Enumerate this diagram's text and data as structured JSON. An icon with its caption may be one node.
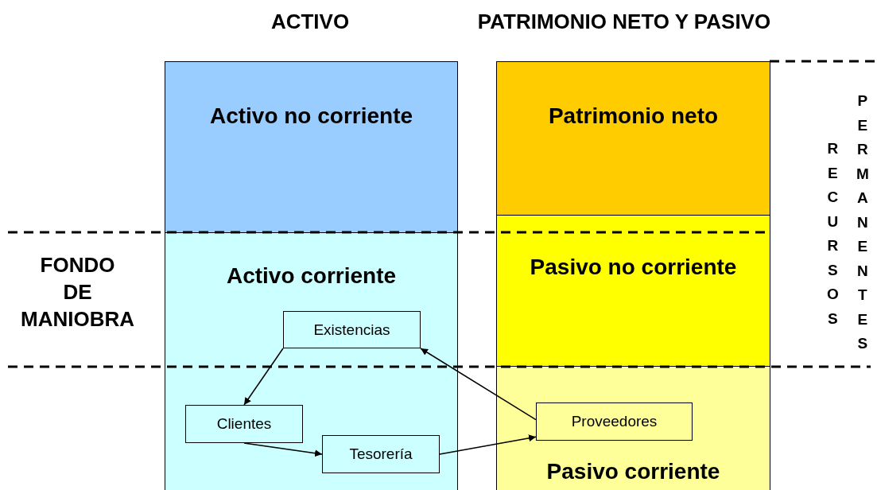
{
  "diagram": {
    "nodes": [
      {
        "text": [
          "Activo no corriente"
        ]
      },
      {
        "text": [
          "Activo corriente"
        ]
      },
      {
        "text": [
          "Existencias"
        ],
        "in": 1
      },
      {
        "text": [
          "Clientes"
        ],
        "in": 1
      },
      {
        "text": [
          "Tesorería"
        ],
        "in": 1
      },
      {
        "text": [
          "Patrimonio neto"
        ]
      },
      {
        "text": [
          "Pasivo no corriente"
        ]
      },
      {
        "text": [
          "Pasivo corriente"
        ]
      },
      {
        "text": [
          "Proveedores"
        ],
        "in": 7
      }
    ],
    "edges": [
      {
        "from": 2,
        "to": 3,
        "arrow": "to"
      },
      {
        "from": 3,
        "to": 4,
        "arrow": "to"
      },
      {
        "from": 4,
        "to": 8,
        "arrow": "to"
      },
      {
        "from": 8,
        "to": 2,
        "arrow": "to"
      }
    ],
    "labels": [
      "ACTIVO",
      "PATRIMONIO NETO Y PASIVO",
      "FONDO DE MANIOBRA",
      "RECURSOS",
      "PERMANENTES"
    ]
  }
}
